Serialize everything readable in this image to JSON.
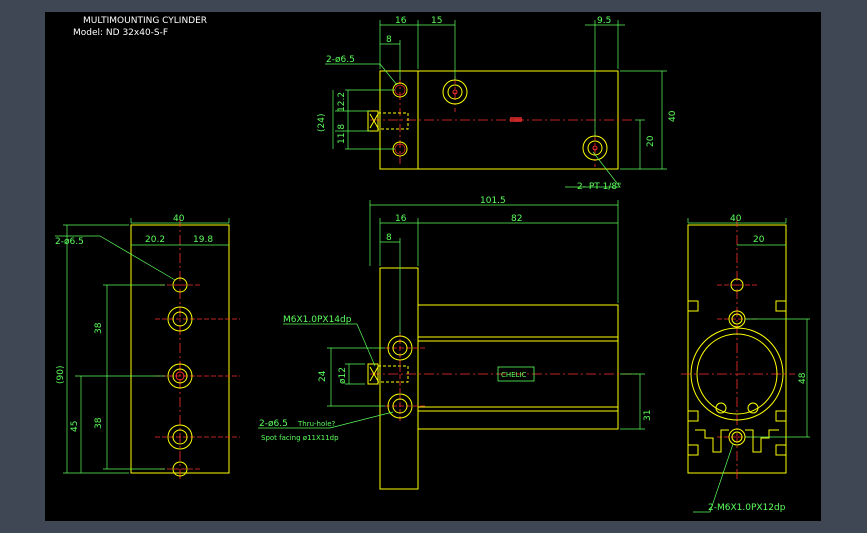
{
  "drawing": {
    "title": "MULTIMOUNTING CYLINDER",
    "model": "Model:  ND 32x40-S-F",
    "logo": "CHELIC"
  },
  "dims": {
    "top": {
      "d16": "16",
      "d15": "15",
      "d9_5": "9.5",
      "d8": "8",
      "hole": "2-ø6.5",
      "d24": "(24)",
      "d12_2": "12.2",
      "d11_8": "11.8",
      "d40": "40",
      "d20": "20",
      "port": "2-  PT 1/8\""
    },
    "left": {
      "d40": "40",
      "d20_2": "20.2",
      "d19_8": "19.8",
      "hole": "2-ø6.5",
      "d38a": "38",
      "d90": "(90)",
      "d45": "45",
      "d38b": "38"
    },
    "front": {
      "d101_5": "101.5",
      "d16": "16",
      "d82": "82",
      "d8": "8",
      "thread": "M6X1.0PX14dp",
      "d24": "24",
      "d12": "ø12",
      "d31": "31",
      "hole": "2-ø6.5",
      "thru": "Thru-hole?",
      "spot": "Spot facing   ø11X11dp"
    },
    "right": {
      "d40": "40",
      "d20": "20",
      "d48": "48",
      "thread": "2-M6X1.0PX12dp"
    }
  }
}
